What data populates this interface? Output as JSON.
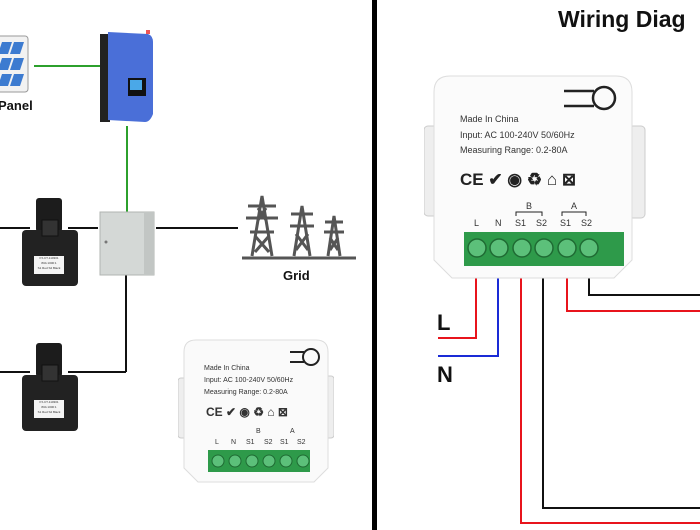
{
  "left_panel": {
    "solar_panel_label": "Panel",
    "grid_label": "Grid",
    "ct_clamp_labels": [
      "PJ-CT-110301",
      "80A 1000:1",
      "S1 Red S2 Black"
    ],
    "wire_colors": {
      "pv_link": "#2ca02c",
      "ac_link": "#111111"
    }
  },
  "right_panel": {
    "title": "Wiring Diag",
    "line_label": "L",
    "neutral_label": "N",
    "wire_colors": {
      "line": "#e8141c",
      "neutral": "#1a2bd6",
      "black": "#111111"
    }
  },
  "meter": {
    "made_in": "Made In China",
    "input": "Input: AC 100-240V 50/60Hz",
    "range": "Measuring Range: 0.2-80A",
    "group_b": "B",
    "group_a": "A",
    "terminals": [
      "L",
      "N",
      "S1",
      "S2",
      "S1",
      "S2"
    ],
    "cert_marks": [
      "CE",
      "RoHS",
      "green-dot",
      "recycle",
      "house",
      "weee"
    ]
  }
}
